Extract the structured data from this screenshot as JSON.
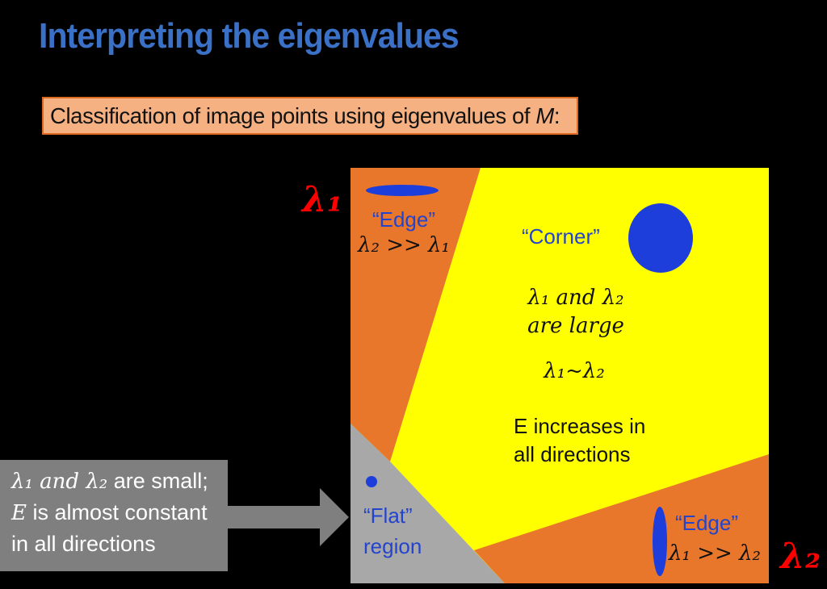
{
  "title": "Interpreting the eigenvalues",
  "classification": {
    "prefix": "Classification of image points using eigenvalues of ",
    "m": "M",
    "suffix": ":"
  },
  "axes": {
    "lambda1": "λ₁",
    "lambda2": "λ₂"
  },
  "diagram": {
    "edge_top": {
      "label": "“Edge”",
      "formula": "λ₂ >> λ₁"
    },
    "corner": {
      "label": "“Corner”",
      "math_line1": "λ₁ and λ₂",
      "math_line2": "are large",
      "similar": "λ₁~λ₂",
      "e_line1": "E increases in",
      "e_line2": "all directions"
    },
    "flat": {
      "line1": "“Flat”",
      "line2": "region"
    },
    "edge_right": {
      "label": "“Edge”",
      "formula": "λ₁ >> λ₂"
    }
  },
  "callout": {
    "math1": "λ₁ and λ₂",
    "rest1": " are small;",
    "e": "E",
    "rest2": " is almost constant",
    "line3": "in all directions"
  },
  "colors": {
    "background": "#000000",
    "title_blue": "#3A70C6",
    "classification_fill": "#F6B183",
    "classification_border": "#DD6B1F",
    "orange": "#E8772B",
    "yellow": "#FFFF00",
    "flat_gray": "#A8A8A8",
    "callout_gray": "#7F7F7F",
    "blue_shape": "#1E3EDC",
    "blue_text": "#2444CC",
    "red": "#FF0000"
  }
}
